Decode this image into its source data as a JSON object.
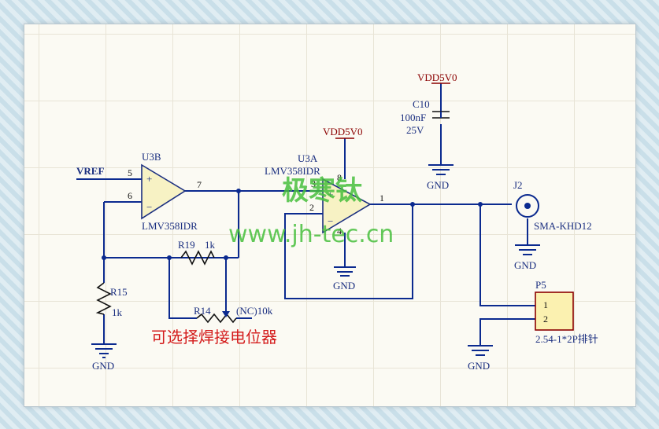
{
  "labels": {
    "vref": "VREF",
    "u3b": "U3B",
    "u3b_part": "LMV358IDR",
    "u3a": "U3A",
    "u3a_part": "LMV358IDR",
    "pin5": "5",
    "pin6": "6",
    "pin7": "7",
    "pin3": "3",
    "pin2": "2",
    "pin1": "1",
    "pin8": "8",
    "pin4": "4",
    "r19": "R19",
    "r19_val": "1k",
    "r15": "R15",
    "r15_val": "1k",
    "r14": "R14",
    "r14_val": "(NC)10k",
    "c10": "C10",
    "c10_val": "100nF",
    "c10_volt": "25V",
    "vdd_top": "VDD5V0",
    "vdd_mid": "VDD5V0",
    "gnd1": "GND",
    "gnd2": "GND",
    "gnd3": "GND",
    "gnd4": "GND",
    "gnd5": "GND",
    "j2": "J2",
    "j2_part": "SMA-KHD12",
    "p5": "P5",
    "p5_pin1": "1",
    "p5_pin2": "2",
    "p5_part": "2.54-1*2P排针",
    "note_cn": "可选择焊接电位器",
    "wm_cn": "极寒钛",
    "wm_url": "www.jh-tec.cn",
    "plus": "+",
    "minus": "−"
  },
  "colors": {
    "net": "#0b2a8f",
    "power": "#8b0000",
    "note": "#d41c1c",
    "watermark": "#46be3c"
  }
}
